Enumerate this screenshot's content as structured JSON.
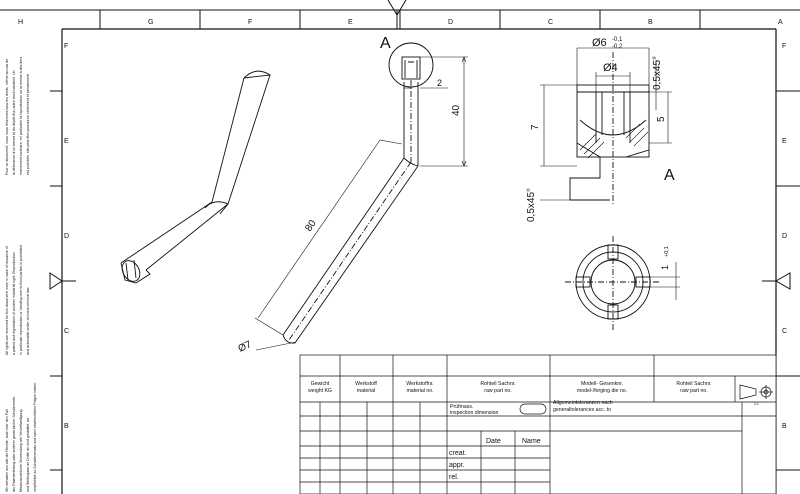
{
  "border": {
    "columns_top": [
      "H",
      "G",
      "F",
      "E",
      "D",
      "C",
      "B",
      "A"
    ],
    "rows_left": [
      "F",
      "E",
      "D",
      "C",
      "B"
    ],
    "rows_right": [
      "F",
      "E",
      "D",
      "C",
      "B"
    ]
  },
  "side_notes": {
    "note_en": [
      "All rights are reserved for this document, even in case of issuance of",
      "a patent and registration of another industrial right. Reproduction",
      "in particular reproduction or handing over to third parties is prohibited",
      "and actionable under civil and criminal law."
    ],
    "note_fr": [
      "Pour ce document, nous nous réservons tous les droits, même au cas de",
      "la délivrance d'un brevet et du dépôt d'un autre droit industriel. Un",
      "maniement contraire, en particulier la reproduction ou la remise à des tiers",
      "est prohibée, elle peut être poursuivie civilement et pénalement."
    ],
    "note_de": [
      "Wir behalten uns alle die Rechte, auch fuer den Fall",
      "der Patenterteilung oder anderer gewerblicher Schutzrechte.",
      "Missbraeuchliche Verwendung wie Vervielfaeltigung",
      "und Weitergabe an Dritte ist nicht gestattet, sie",
      "verpflichtet zu Schadenersatz und kann strafrechtliche Folgen haben."
    ]
  },
  "drawing": {
    "detail_label": "A",
    "detail_label_2": "A",
    "dim_2": "2",
    "dim_40": "40",
    "dim_80": "80",
    "dim_dia7": "Ø7",
    "dim_dia6_main": "Ø6",
    "dim_dia6_tol_upper": "-0,1",
    "dim_dia6_tol_lower": "-0,2",
    "dim_dia4": "Ø4",
    "dim_chamfer_top": "0,5x45°",
    "dim_chamfer_bottom": "0,5x45°",
    "dim_7": "7",
    "dim_5": "5",
    "dim_slot": "1",
    "dim_slot_tol": "+0,1"
  },
  "title_block": {
    "weight": [
      "Gewicht",
      "weight KG"
    ],
    "material": [
      "Werkstoff",
      "material"
    ],
    "material_no": [
      "Werkstoffnr.",
      "material no."
    ],
    "raw_part": [
      "Rohteil Sachnr.",
      "raw part no."
    ],
    "model_no": [
      "Modell- Gesenknr.",
      "model-/forging die no."
    ],
    "raw_part_2": [
      "Rohteil Sachnr.",
      "raw part no."
    ],
    "inspection": [
      "Prüfmass.",
      "inspection dimension"
    ],
    "tolerances": [
      "Allgemeintoleranzen nach",
      "generaltolerances acc. to"
    ],
    "date_header": "Date",
    "name_header": "Name",
    "row_labels": [
      "creat.",
      "appr.",
      "rel."
    ],
    "corner_code": "1:1"
  }
}
